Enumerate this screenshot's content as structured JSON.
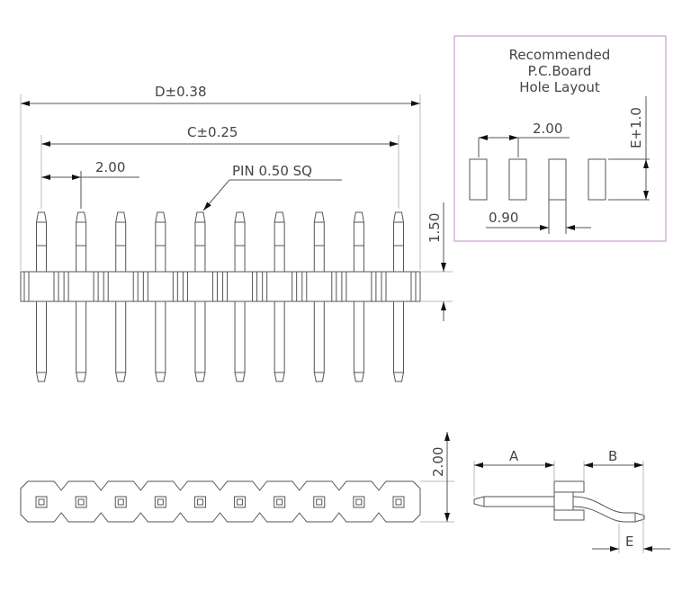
{
  "dimensions": {
    "overall_length": "D±0.38",
    "pin_span": "C±0.25",
    "pitch": "2.00",
    "pin_size": "PIN 0.50 SQ",
    "housing_height": "1.50",
    "housing_width": "2.00",
    "mating_length": "A",
    "tail_length": "B",
    "offset": "E"
  },
  "pcb_layout": {
    "title_line1": "Recommended",
    "title_line2": "P.C.Board",
    "title_line3": "Hole Layout",
    "pitch": "2.00",
    "hole_width": "0.90",
    "hole_length": "E+1.0",
    "border_color": "#c9a0d0"
  },
  "pin_count": 10
}
